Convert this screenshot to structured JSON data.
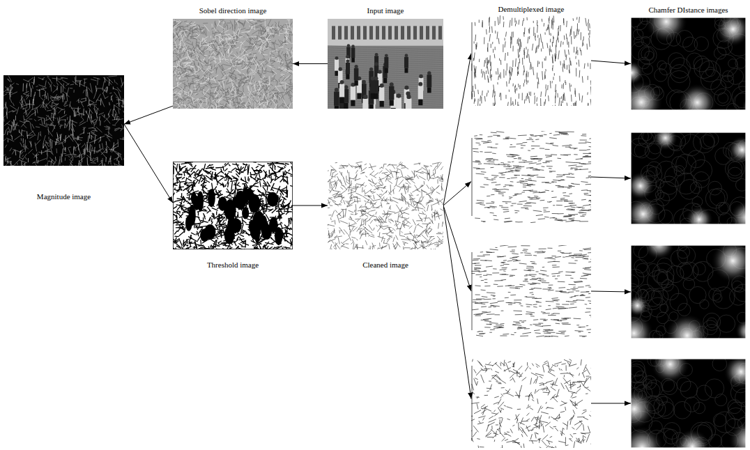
{
  "diagram": {
    "nodes": [
      {
        "text": [
          "Sobel direction image"
        ]
      },
      {
        "text": [
          "Input image"
        ]
      },
      {
        "text": [
          "Demultiplexed image"
        ]
      },
      {
        "text": [
          "Chamfer DIstance images"
        ]
      },
      {
        "text": [
          "Magnitude image"
        ]
      },
      {
        "text": [
          "Threshold image"
        ]
      },
      {
        "text": [
          "Cleaned image"
        ]
      }
    ],
    "edges": [
      {
        "from": 1,
        "to": 0,
        "arrow": "to"
      },
      {
        "from": 0,
        "to": 4,
        "arrow": "to"
      },
      {
        "from": 4,
        "to": 5,
        "arrow": "to"
      },
      {
        "from": 5,
        "to": 6,
        "arrow": "to"
      },
      {
        "from": 6,
        "to": 2,
        "arrow": "to"
      },
      {
        "from": 2,
        "to": 3,
        "arrow": "to"
      }
    ]
  }
}
